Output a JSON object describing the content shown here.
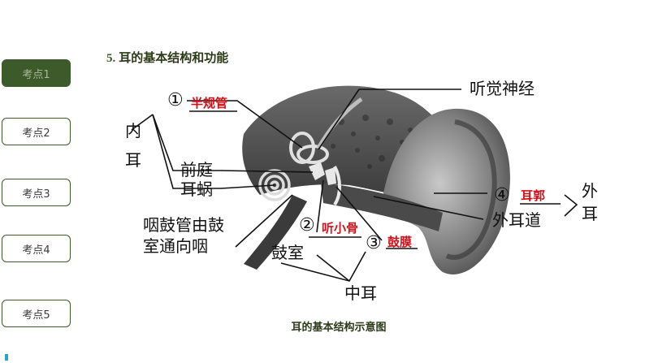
{
  "nav": [
    {
      "label": "考点1",
      "active": true
    },
    {
      "label": "考点2",
      "active": false
    },
    {
      "label": "考点3",
      "active": false
    },
    {
      "label": "考点4",
      "active": false
    },
    {
      "label": "考点5",
      "active": false
    }
  ],
  "heading": {
    "number": "5.",
    "text": "耳的基本结构和功能"
  },
  "labels": {
    "inner_ear": [
      "内",
      "耳"
    ],
    "vestibule": "前庭",
    "cochlea": "耳蜗",
    "eustachian": [
      "咽鼓管由鼓",
      "室通向咽"
    ],
    "tympanic_cavity": "鼓室",
    "middle_ear": "中耳",
    "auditory_nerve": "听觉神经",
    "ear_canal": "外耳道",
    "outer_ear": [
      "外",
      "耳"
    ]
  },
  "answers": [
    {
      "num": "①",
      "text": "半规管"
    },
    {
      "num": "②",
      "text": "听小骨"
    },
    {
      "num": "③",
      "text": "鼓膜"
    },
    {
      "num": "④",
      "text": "耳郭"
    }
  ],
  "caption": "耳的基本结构示意图"
}
